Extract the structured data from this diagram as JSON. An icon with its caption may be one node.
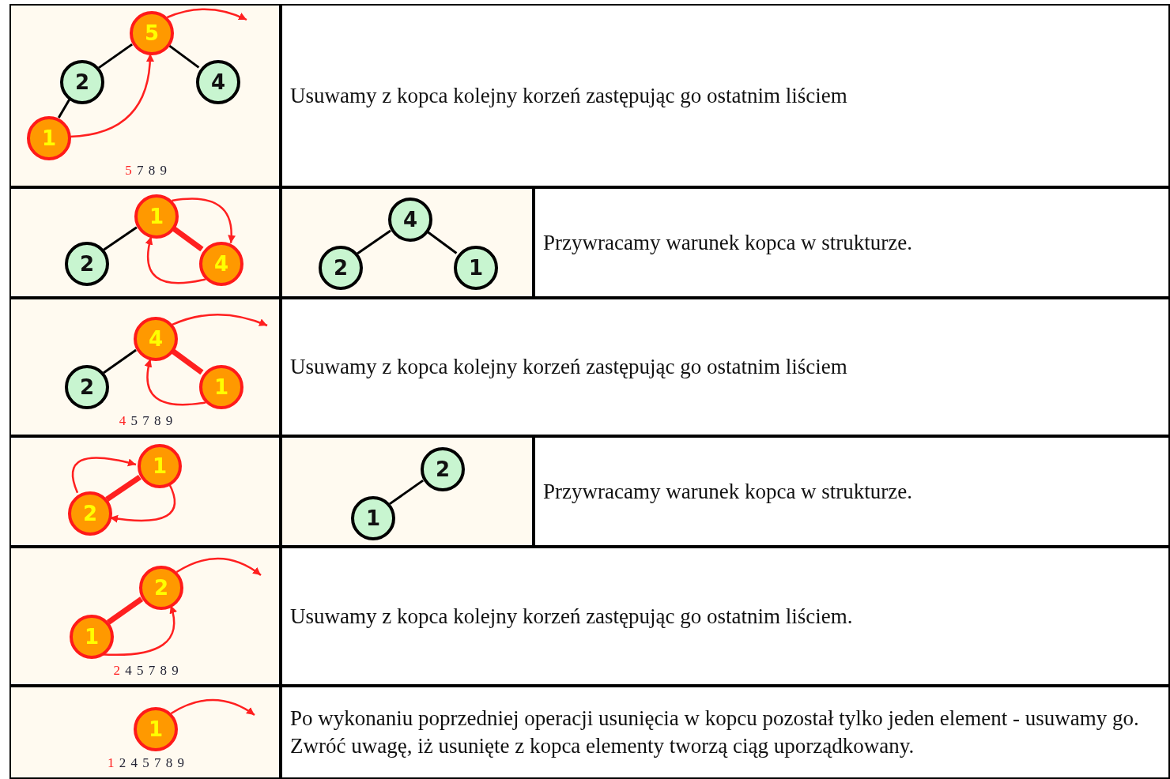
{
  "diagram": {
    "nodes": [
      {
        "text": [
          "5 7 8 9"
        ]
      },
      {
        "text": [
          "5"
        ],
        "in": 0
      },
      {
        "text": [
          "2"
        ],
        "in": 0
      },
      {
        "text": [
          "4"
        ],
        "in": 0
      },
      {
        "text": [
          "1"
        ],
        "in": 0
      },
      {
        "text": [
          "Usuwamy z kopca kolejny korzeń zastępując go ostatnim liściem"
        ]
      },
      {
        "text": [],
        "shape": "box"
      },
      {
        "text": [
          "1"
        ],
        "in": 6
      },
      {
        "text": [
          "2"
        ],
        "in": 6
      },
      {
        "text": [
          "4"
        ],
        "in": 6
      },
      {
        "text": [],
        "shape": "box"
      },
      {
        "text": [
          "4"
        ],
        "in": 10
      },
      {
        "text": [
          "2"
        ],
        "in": 10
      },
      {
        "text": [
          "1"
        ],
        "in": 10
      },
      {
        "text": [
          "Przywracamy warunek kopca w strukturze."
        ]
      },
      {
        "text": [
          "4 5 7 8 9"
        ]
      },
      {
        "text": [
          "4"
        ],
        "in": 15
      },
      {
        "text": [
          "2"
        ],
        "in": 15
      },
      {
        "text": [
          "1"
        ],
        "in": 15
      },
      {
        "text": [
          "Usuwamy z kopca kolejny korzeń zastępując go ostatnim liściem"
        ]
      },
      {
        "text": [],
        "shape": "box"
      },
      {
        "text": [
          "1"
        ],
        "in": 20
      },
      {
        "text": [
          "2"
        ],
        "in": 20
      },
      {
        "text": [],
        "shape": "box"
      },
      {
        "text": [
          "2"
        ],
        "in": 23
      },
      {
        "text": [
          "1"
        ],
        "in": 23
      },
      {
        "text": [
          "Przywracamy warunek kopca w strukturze."
        ]
      },
      {
        "text": [
          "2 4 5 7 8 9"
        ]
      },
      {
        "text": [
          "2"
        ],
        "in": 27
      },
      {
        "text": [
          "1"
        ],
        "in": 27
      },
      {
        "text": [
          "Usuwamy z kopca kolejny korzeń zastępując go ostatnim liściem."
        ]
      },
      {
        "text": [
          "1 2 4 5 7 8 9"
        ]
      },
      {
        "text": [
          "1"
        ],
        "in": 31
      },
      {
        "text": [
          "Po wykonaniu poprzedniej operacji usunięcia w kopcu pozostał tylko jeden element - usuwamy go. Zwróć uwagę, iż usunięte z kopca elementy tworzą ciąg uporządkowany."
        ]
      }
    ],
    "edges": [
      {
        "from": 1,
        "to": 2,
        "arrow": "none",
        "color": "#000000"
      },
      {
        "from": 1,
        "to": 3,
        "arrow": "none",
        "color": "#000000"
      },
      {
        "from": 2,
        "to": 4,
        "arrow": "none",
        "color": "#000000"
      },
      {
        "from": 4,
        "to": 1,
        "arrow": "to"
      },
      {
        "from": 1,
        "to": null,
        "arrow": "to"
      },
      {
        "from": 7,
        "to": 8,
        "arrow": "none",
        "color": "#000000"
      },
      {
        "from": 7,
        "to": 9,
        "arrow": "none",
        "style": "thick"
      },
      {
        "from": 7,
        "to": 9,
        "arrow": "to"
      },
      {
        "from": 9,
        "to": 7,
        "arrow": "to"
      },
      {
        "from": 11,
        "to": 12,
        "arrow": "none",
        "color": "#000000"
      },
      {
        "from": 11,
        "to": 13,
        "arrow": "none",
        "color": "#000000"
      },
      {
        "from": 16,
        "to": 17,
        "arrow": "none",
        "color": "#000000"
      },
      {
        "from": 16,
        "to": 18,
        "arrow": "none",
        "style": "thick"
      },
      {
        "from": 18,
        "to": 16,
        "arrow": "to"
      },
      {
        "from": 16,
        "to": null,
        "arrow": "to"
      },
      {
        "from": 21,
        "to": 22,
        "arrow": "none",
        "style": "thick"
      },
      {
        "from": 22,
        "to": 21,
        "arrow": "to"
      },
      {
        "from": 21,
        "to": 22,
        "arrow": "to"
      },
      {
        "from": 24,
        "to": 25,
        "arrow": "none",
        "color": "#000000"
      },
      {
        "from": 28,
        "to": 29,
        "arrow": "none",
        "style": "thick"
      },
      {
        "from": 29,
        "to": 28,
        "arrow": "to"
      },
      {
        "from": 28,
        "to": null,
        "arrow": "to"
      },
      {
        "from": 32,
        "to": null,
        "arrow": "to"
      }
    ]
  }
}
